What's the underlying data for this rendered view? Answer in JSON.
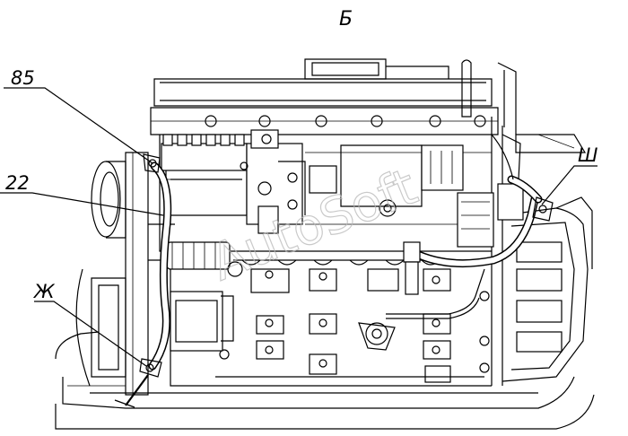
{
  "view_label": "Б",
  "callouts": [
    {
      "id": "c85",
      "label": "85"
    },
    {
      "id": "c22",
      "label": "22"
    },
    {
      "id": "czh",
      "label": "Ж"
    },
    {
      "id": "csh",
      "label": "Ш"
    }
  ],
  "watermark": "AutoSoft",
  "colors": {
    "line": "#000000",
    "background": "#ffffff",
    "watermark": "#b8b8b8"
  }
}
